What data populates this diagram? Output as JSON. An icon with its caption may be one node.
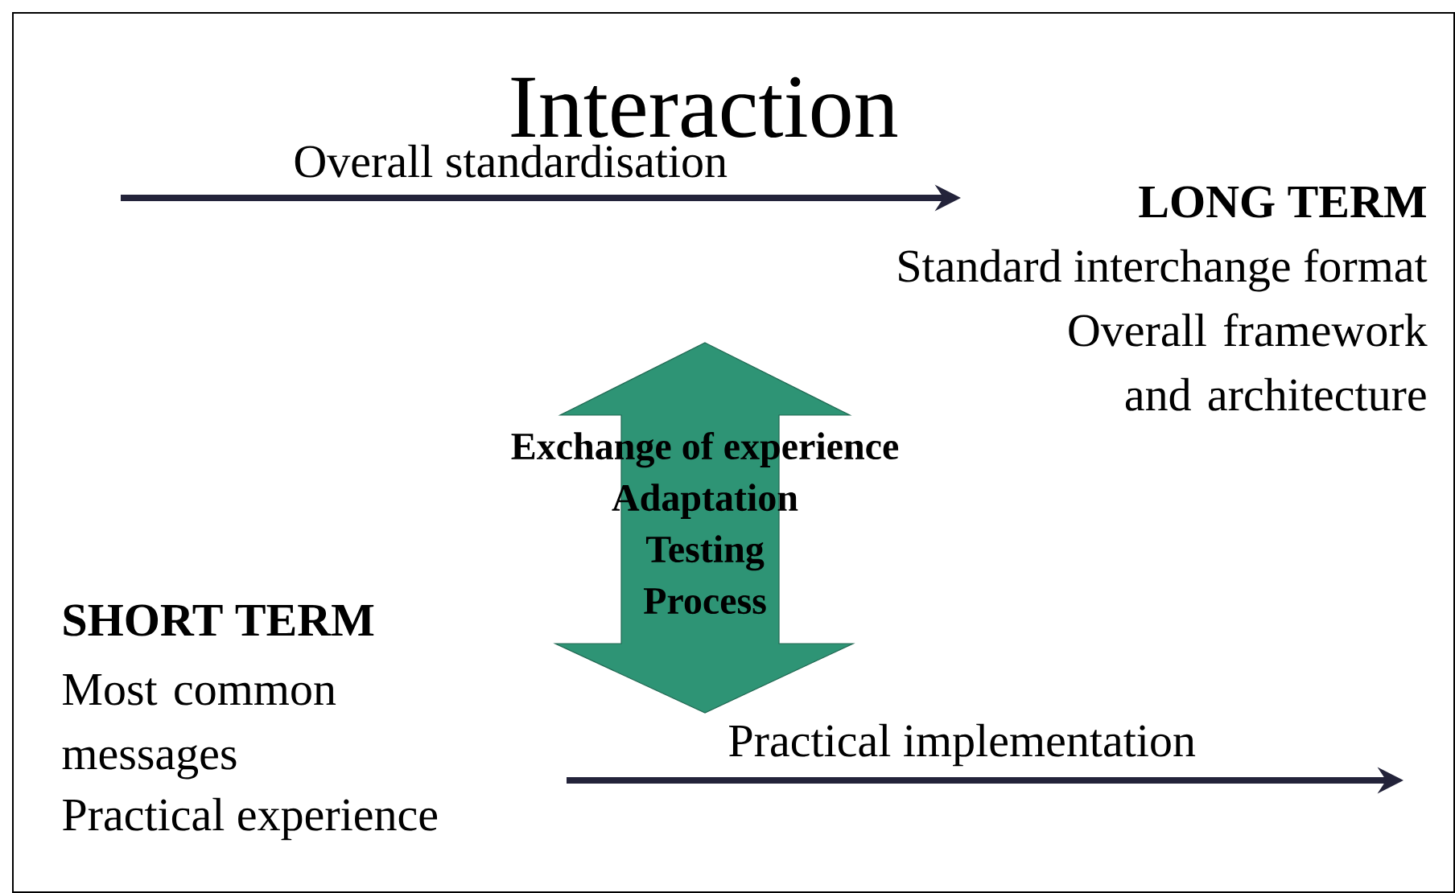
{
  "diagram": {
    "title": "Interaction",
    "nodes": [
      {
        "text": [
          "Exchange of experience",
          "Adaptation",
          "Testing",
          "Process"
        ]
      }
    ],
    "labels": [
      "Overall standardisation",
      "LONG TERM",
      "Standard interchange format",
      "Overall framework and architecture",
      "SHORT TERM",
      "Most common messages",
      "Practical implementation",
      "Practical experience"
    ]
  }
}
